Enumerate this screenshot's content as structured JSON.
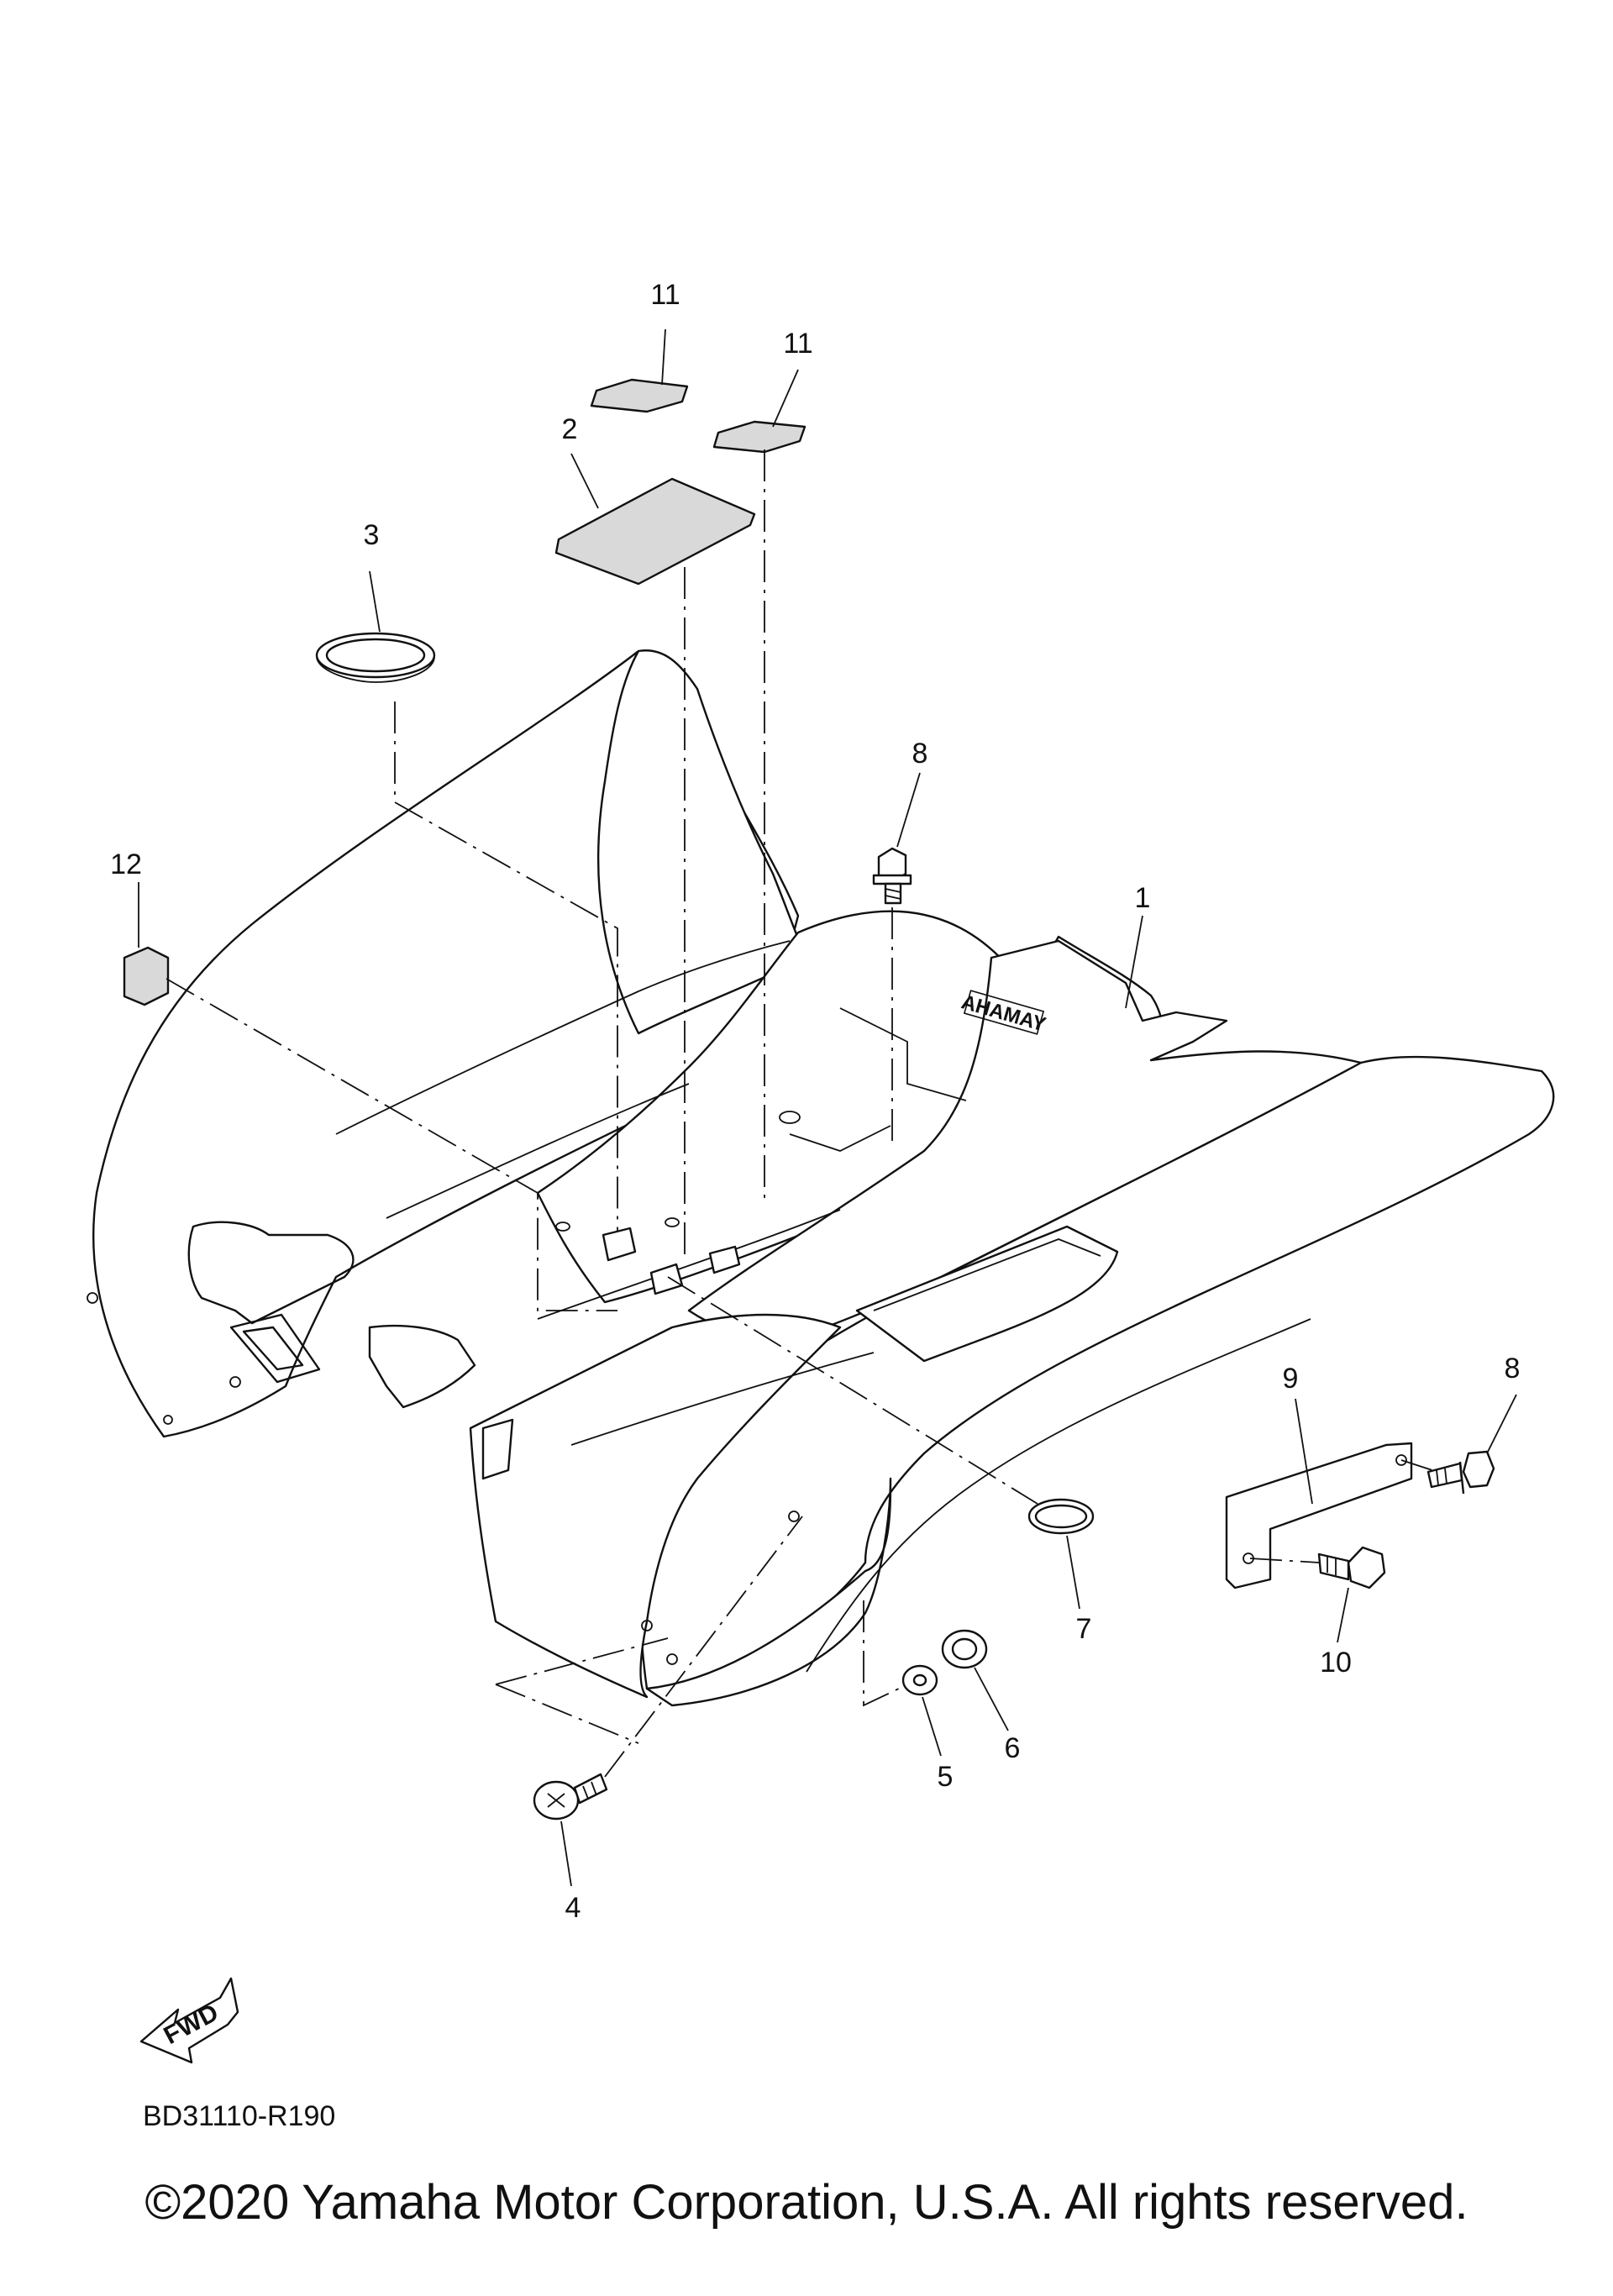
{
  "diagram_code": "BD31110-R190",
  "fwd_label": "FWD",
  "watermark_logo": "YAMAHA",
  "copyright": "©2020 Yamaha Motor Corporation, U.S.A. All rights reserved.",
  "callouts": {
    "p1": "1",
    "p2": "2",
    "p3": "3",
    "p4": "4",
    "p5": "5",
    "p6": "6",
    "p7": "7",
    "p8a": "8",
    "p8b": "8",
    "p9": "9",
    "p10": "10",
    "p11a": "11",
    "p11b": "11",
    "p12": "12"
  }
}
